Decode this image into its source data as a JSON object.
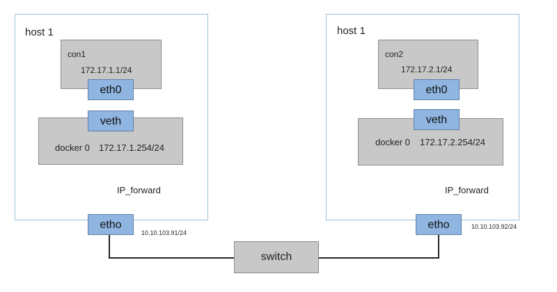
{
  "hosts": [
    {
      "label": "host 1",
      "container": {
        "name": "con1",
        "ip": "172.17.1.1/24"
      },
      "eth0": "eth0",
      "veth": "veth",
      "bridge": {
        "name": "docker 0",
        "ip": "172.17.1.254/24"
      },
      "forward": "IP_forward",
      "etho": "etho",
      "etho_ip": "10.10.103.91/24"
    },
    {
      "label": "host 1",
      "container": {
        "name": "con2",
        "ip": "172.17.2.1/24"
      },
      "eth0": "eth0",
      "veth": "veth",
      "bridge": {
        "name": "docker 0",
        "ip": "172.17.2.254/24"
      },
      "forward": "IP_forward",
      "etho": "etho",
      "etho_ip": "10.10.103.92/24"
    }
  ],
  "switch": {
    "label": "switch"
  },
  "colors": {
    "interface_blue": "#8fb5e0",
    "box_gray": "#c8c8c8",
    "host_border": "#9fc0d6"
  }
}
